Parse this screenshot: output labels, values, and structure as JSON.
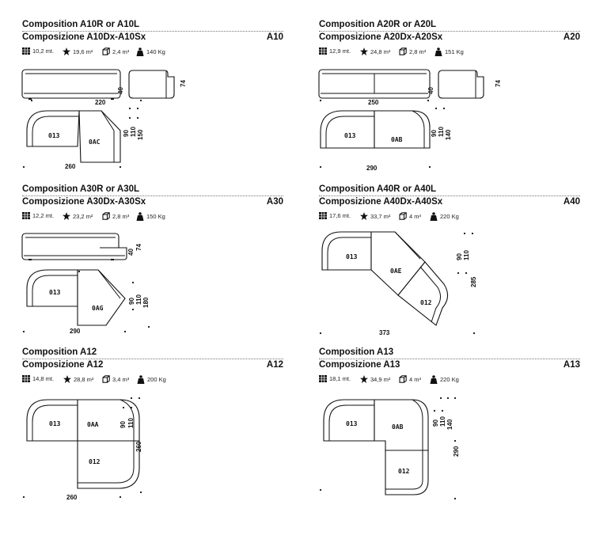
{
  "blocks": [
    {
      "title_en": "Composition A10R or A10L",
      "title_it": "Composizione A10Dx-A10Sx",
      "code": "A10",
      "specs": {
        "length": "10,2 mt.",
        "area": "19,6 m²",
        "volume": "2,4 m³",
        "weight": "140 Kg"
      },
      "modules": [
        "013",
        "0AC"
      ],
      "dims": {
        "width": "220",
        "height": "74",
        "seat": "40",
        "d1": "90",
        "d2": "110",
        "d3": "150",
        "depth": "260"
      }
    },
    {
      "title_en": "Composition A20R or A20L",
      "title_it": "Composizione A20Dx-A20Sx",
      "code": "A20",
      "specs": {
        "length": "12,9 mt.",
        "area": "24,8 m²",
        "volume": "2,8 m³",
        "weight": "151 Kg"
      },
      "modules": [
        "013",
        "0AB"
      ],
      "dims": {
        "width": "250",
        "height": "74",
        "seat": "40",
        "d1": "90",
        "d2": "110",
        "d3": "140",
        "depth": "290"
      }
    },
    {
      "title_en": "Composition A30R or A30L",
      "title_it": "Composizione A30Dx-A30Sx",
      "code": "A30",
      "specs": {
        "length": "12,2 mt.",
        "area": "23,2 m²",
        "volume": "2,8 m³",
        "weight": "150 Kg"
      },
      "modules": [
        "013",
        "0AG"
      ],
      "dims": {
        "height": "74",
        "seat": "40",
        "d1": "90",
        "d2": "110",
        "d3": "180",
        "depth": "290"
      }
    },
    {
      "title_en": "Composition A40R or A40L",
      "title_it": "Composizione A40Dx-A40Sx",
      "code": "A40",
      "specs": {
        "length": "17,6 mt.",
        "area": "33,7 m²",
        "volume": "4 m³",
        "weight": "220 Kg"
      },
      "modules": [
        "013",
        "0AE",
        "012"
      ],
      "dims": {
        "d1": "90",
        "d2": "110",
        "d3": "285",
        "depth": "373"
      }
    },
    {
      "title_en": "Composition A12",
      "title_it": "Composizione A12",
      "code": "A12",
      "specs": {
        "length": "14,8 mt.",
        "area": "28,8 m²",
        "volume": "3,4 m³",
        "weight": "200 Kg"
      },
      "modules": [
        "013",
        "0AA",
        "012"
      ],
      "dims": {
        "d1": "90",
        "d2": "110",
        "d3": "260",
        "depth": "260"
      }
    },
    {
      "title_en": "Composition A13",
      "title_it": "Composizione A13",
      "code": "A13",
      "specs": {
        "length": "18,1 mt.",
        "area": "34,9 m²",
        "volume": "4 m³",
        "weight": "220 Kg"
      },
      "modules": [
        "013",
        "0AB",
        "012"
      ],
      "dims": {
        "d1": "90",
        "d2": "110",
        "d3": "140",
        "d4": "290"
      }
    }
  ],
  "icons": {
    "length": "grid-icon",
    "area": "star-icon",
    "volume": "cube-icon",
    "weight": "weight-icon"
  }
}
